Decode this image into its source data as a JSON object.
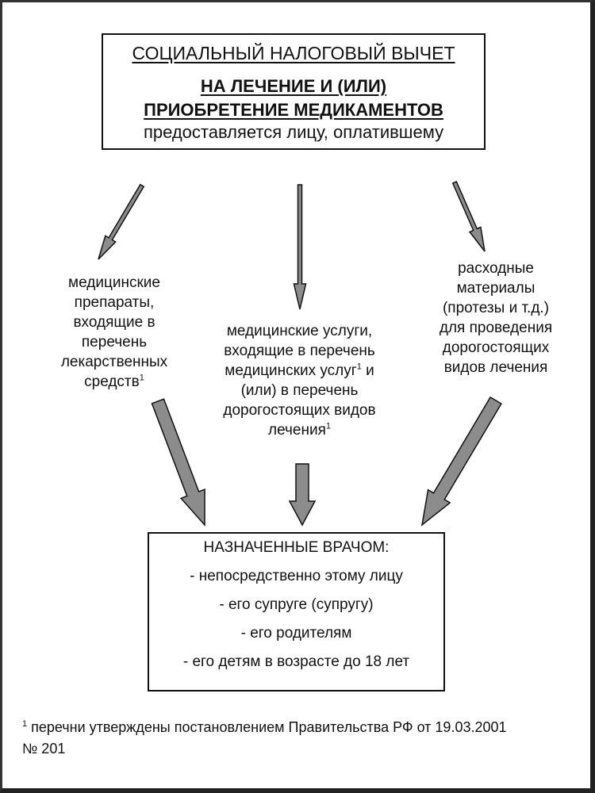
{
  "top_box": {
    "title": "СОЦИАЛЬНЫЙ НАЛОГОВЫЙ ВЫЧЕТ",
    "bold_line1": "НА ЛЕЧЕНИЕ И (ИЛИ)",
    "bold_line2": "ПРИОБРЕТЕНИЕ МЕДИКАМЕНТОВ",
    "subtitle": "предоставляется лицу, оплатившему"
  },
  "branches": {
    "left": {
      "lines": [
        "медицинские",
        "препараты,",
        "входящие в",
        "перечень",
        "лекарственных",
        "средств"
      ],
      "footnote_mark": "1"
    },
    "center": {
      "lines": [
        "медицинские услуги,",
        "входящие в перечень",
        "медицинских услуг",
        " и",
        "(или) в перечень",
        "дорогостоящих видов",
        "лечения"
      ],
      "footnote_mark": "1"
    },
    "right": {
      "lines": [
        "расходные",
        "материалы",
        "(протезы и т.д.)",
        "для проведения",
        "дорогостоящих",
        "видов лечения"
      ]
    }
  },
  "bottom_box": {
    "title": "НАЗНАЧЕННЫЕ ВРАЧОМ:",
    "items": [
      "- непосредственно этому лицу",
      "- его супруге (супругу)",
      "- его родителям",
      "- его детям в возрасте до 18 лет"
    ]
  },
  "footnote": {
    "mark": "1",
    "text_line1": " перечни утверждены постановлением Правительства РФ от 19.03.2001",
    "text_line2": "№ 201"
  },
  "colors": {
    "arrow_fill": "#8c8c8c",
    "arrow_stroke": "#111111"
  }
}
